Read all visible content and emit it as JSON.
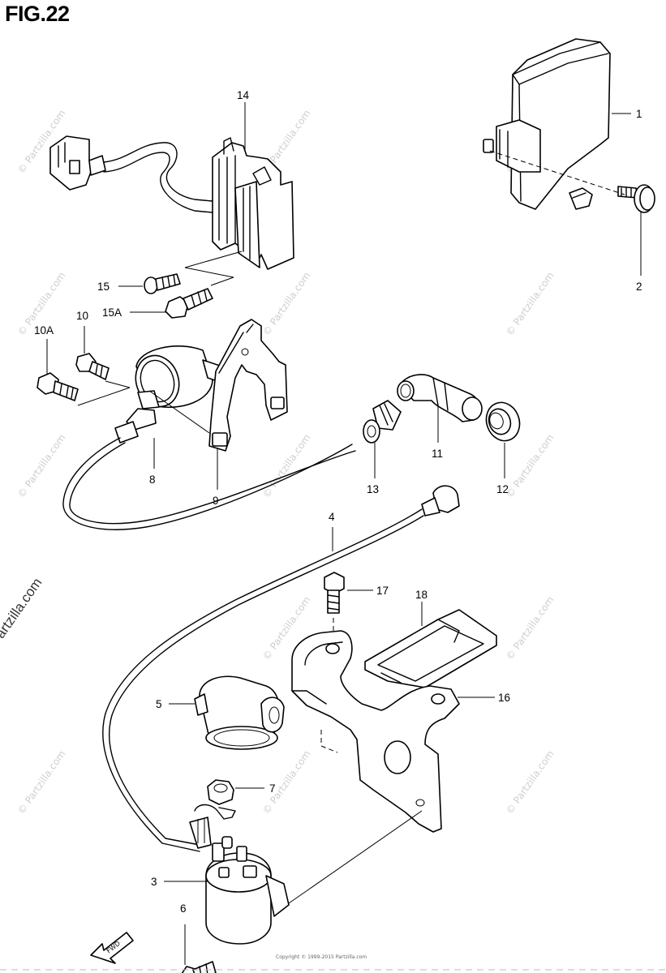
{
  "figure": {
    "title": "FIG.22",
    "side_watermark": "© Partzilla.com",
    "tile_watermark": "© Partzilla.com",
    "fwd_label": "FWD",
    "footer_text": "Copyright © 1999-2015 Partzilla.com"
  },
  "callouts": [
    {
      "id": "1",
      "text": "1"
    },
    {
      "id": "2",
      "text": "2"
    },
    {
      "id": "3",
      "text": "3"
    },
    {
      "id": "4",
      "text": "4"
    },
    {
      "id": "5",
      "text": "5"
    },
    {
      "id": "6",
      "text": "6"
    },
    {
      "id": "7",
      "text": "7"
    },
    {
      "id": "8",
      "text": "8"
    },
    {
      "id": "9",
      "text": "9"
    },
    {
      "id": "10",
      "text": "10"
    },
    {
      "id": "10A",
      "text": "10A"
    },
    {
      "id": "11",
      "text": "11"
    },
    {
      "id": "12",
      "text": "12"
    },
    {
      "id": "13",
      "text": "13"
    },
    {
      "id": "14",
      "text": "14"
    },
    {
      "id": "15",
      "text": "15"
    },
    {
      "id": "15A",
      "text": "15A"
    },
    {
      "id": "16",
      "text": "16"
    },
    {
      "id": "17",
      "text": "17"
    },
    {
      "id": "18",
      "text": "18"
    }
  ]
}
